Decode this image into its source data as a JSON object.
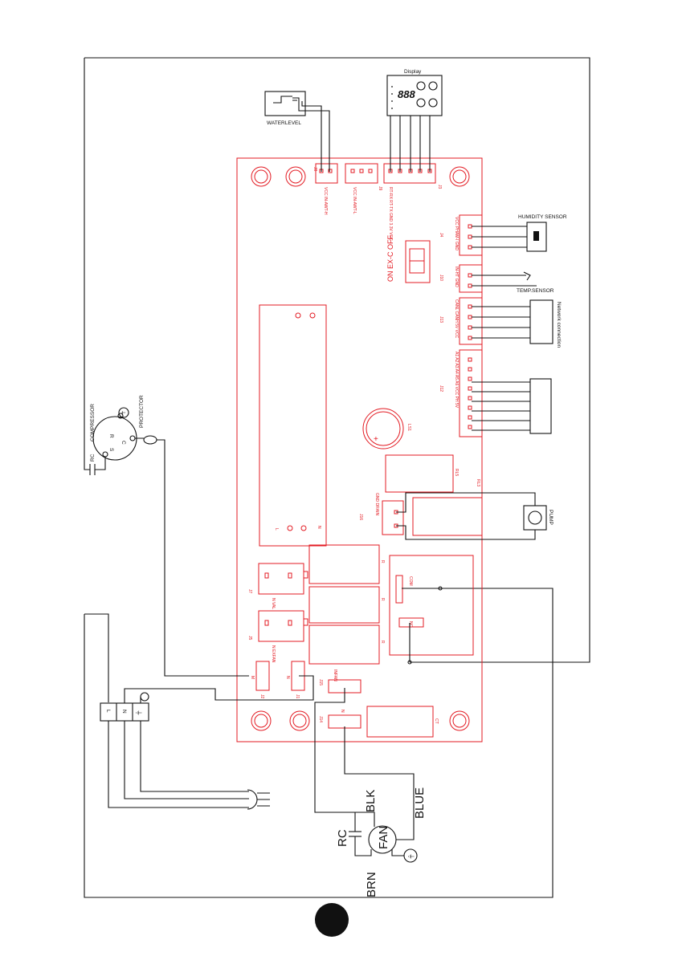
{
  "external_labels": {
    "water_level": "WATERLEVEL",
    "display": "Display",
    "display_digits": "888",
    "humidity_sensor": "HUMIDITY SENSOR",
    "temp_sensor": "TEMP.SENSOR",
    "network": "Network connection",
    "pump": "PUMP",
    "compressor": "COMPRESSOR",
    "protector": "PROTECTOR",
    "rc_compressor": "RC",
    "fan": "FAN",
    "fan_rc": "RC",
    "fan_blk": "BLK",
    "fan_blue": "BLUE",
    "fan_brn": "BRN",
    "terminal_l": "L",
    "terminal_n": "N"
  },
  "board_labels": {
    "switch": "ON EX-C OFF",
    "j8": "J8",
    "j9": "J9",
    "j3": "J3",
    "j4": "J4",
    "j10": "J10",
    "j13": "J13",
    "j12": "J12",
    "j16": "J16",
    "j7": "J7",
    "j5": "J5",
    "j15": "J15",
    "j14": "J14",
    "j1": "J1",
    "j2": "J2",
    "ls1": "LS1",
    "rl5": "RL5",
    "rl3": "RL3",
    "j8_pins": "VCC   IN-AWT-H",
    "j9_pins": "VCC        IN-AWT-L",
    "j3_pins": "RT-RX   RT-TX   GND   3.3V   VCC",
    "j4_pins": "VCC  PHAM-I  GND",
    "j10_pins": "IN-HT  GND",
    "j13_pins": "CANL  CANH  5V  VCC",
    "j12_pins": "A1  A2  A3  A4  A5  A6 VCC PH 5V",
    "j16_pins": "GND      DRAIN",
    "j7_pins": "N      VAL",
    "j5_pins": "N      EXFAN",
    "j15_pin": "INFAN",
    "j14_pin": "N",
    "j1_pin": "N",
    "j2_pin": "M",
    "relay_com": "COM",
    "relay_no": "NO",
    "relay_ct": "CT",
    "sym_l": "L",
    "sym_n": "N",
    "sym_plus": "+",
    "relay_r1": "R",
    "relay_r2": "R",
    "relay_r3": "R"
  }
}
